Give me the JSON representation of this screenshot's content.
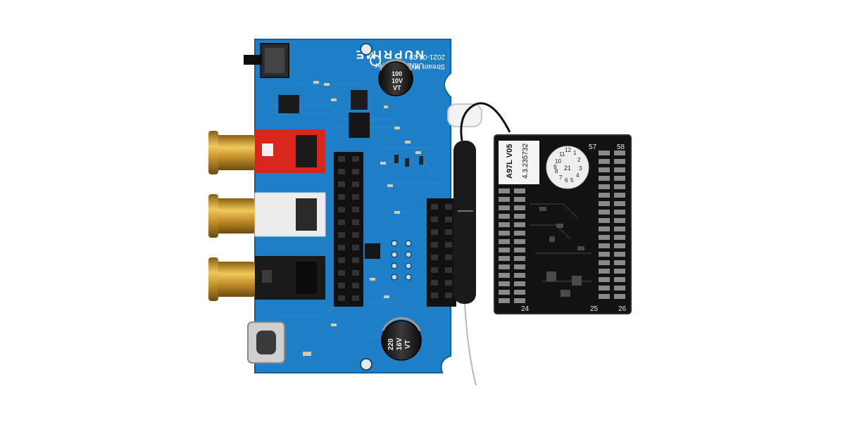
{
  "board": {
    "brand": "NUPRIME",
    "model": "Stream Mini-A",
    "date": "2021-07-29",
    "product_line": "Ultra Receiver"
  },
  "capacitors": [
    {
      "value": "100",
      "voltage": "10V",
      "type": "VT"
    },
    {
      "value": "220",
      "voltage": "16V",
      "type": "VT"
    }
  ],
  "module": {
    "model": "A97L V05",
    "serial": "4.3.235732",
    "sticker_digits": [
      "10",
      "11",
      "12",
      "1",
      "2",
      "3",
      "4",
      "5",
      "6",
      "7",
      "8",
      "9",
      "21"
    ],
    "pin_labels": [
      "57",
      "58",
      "24",
      "25",
      "26"
    ]
  },
  "colors": {
    "pcb": "#1f7fc6",
    "pcb_dark": "#16609a",
    "module_pcb": "#121212",
    "rca_red": "#d9261c",
    "rca_white": "#ececec",
    "rca_black": "#1a1a1a",
    "gold": "#c9962f"
  }
}
